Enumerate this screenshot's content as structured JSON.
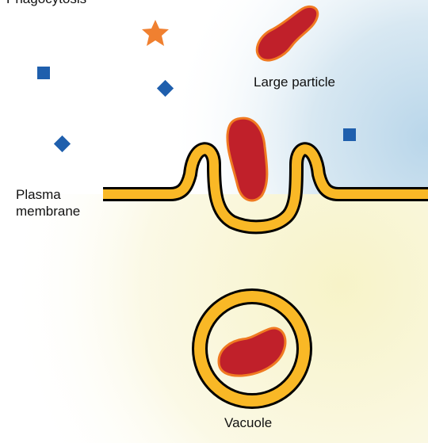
{
  "diagram": {
    "title": "Phagocytosis",
    "labels": {
      "large_particle": "Large particle",
      "plasma_membrane_line1": "Plasma",
      "plasma_membrane_line2": "membrane",
      "vacuole": "Vacuole"
    },
    "colors": {
      "membrane_fill": "#F9B826",
      "membrane_outline": "#000000",
      "particle_fill": "#C0202A",
      "particle_outline": "#F07A22",
      "small_molecule": "#1F5FAD",
      "star": "#F08030",
      "outside_glow": "#B9D6EA",
      "inside_glow": "#F7F3C8"
    },
    "icons": [
      "star-icon",
      "square-molecule-icon",
      "diamond-molecule-icon"
    ]
  }
}
